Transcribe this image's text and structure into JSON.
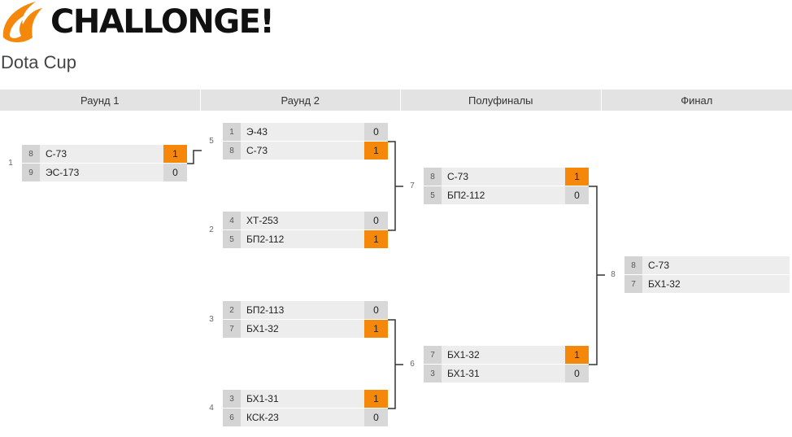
{
  "brand": {
    "name": "CHALLONGE!",
    "accent": "#f5870a"
  },
  "tournament": {
    "title": "Dota Cup"
  },
  "rounds": [
    "Раунд 1",
    "Раунд 2",
    "Полуфиналы",
    "Финал"
  ],
  "matches": {
    "m1": {
      "id": "1",
      "p1": {
        "seed": "8",
        "name": "С-73",
        "score": "1",
        "win": true
      },
      "p2": {
        "seed": "9",
        "name": "ЭС-173",
        "score": "0",
        "win": false
      }
    },
    "m5": {
      "id": "5",
      "p1": {
        "seed": "1",
        "name": "Э-43",
        "score": "0",
        "win": false
      },
      "p2": {
        "seed": "8",
        "name": "С-73",
        "score": "1",
        "win": true
      }
    },
    "m2": {
      "id": "2",
      "p1": {
        "seed": "4",
        "name": "ХТ-253",
        "score": "0",
        "win": false
      },
      "p2": {
        "seed": "5",
        "name": "БП2-112",
        "score": "1",
        "win": true
      }
    },
    "m3": {
      "id": "3",
      "p1": {
        "seed": "2",
        "name": "БП2-113",
        "score": "0",
        "win": false
      },
      "p2": {
        "seed": "7",
        "name": "БХ1-32",
        "score": "1",
        "win": true
      }
    },
    "m4": {
      "id": "4",
      "p1": {
        "seed": "3",
        "name": "БХ1-31",
        "score": "1",
        "win": true
      },
      "p2": {
        "seed": "6",
        "name": "КСК-23",
        "score": "0",
        "win": false
      }
    },
    "m7": {
      "id": "7",
      "p1": {
        "seed": "8",
        "name": "С-73",
        "score": "1",
        "win": true
      },
      "p2": {
        "seed": "5",
        "name": "БП2-112",
        "score": "0",
        "win": false
      }
    },
    "m6": {
      "id": "6",
      "p1": {
        "seed": "7",
        "name": "БХ1-32",
        "score": "1",
        "win": true
      },
      "p2": {
        "seed": "3",
        "name": "БХ1-31",
        "score": "0",
        "win": false
      }
    },
    "m8": {
      "id": "8",
      "p1": {
        "seed": "8",
        "name": "С-73"
      },
      "p2": {
        "seed": "7",
        "name": "БХ1-32"
      }
    }
  }
}
